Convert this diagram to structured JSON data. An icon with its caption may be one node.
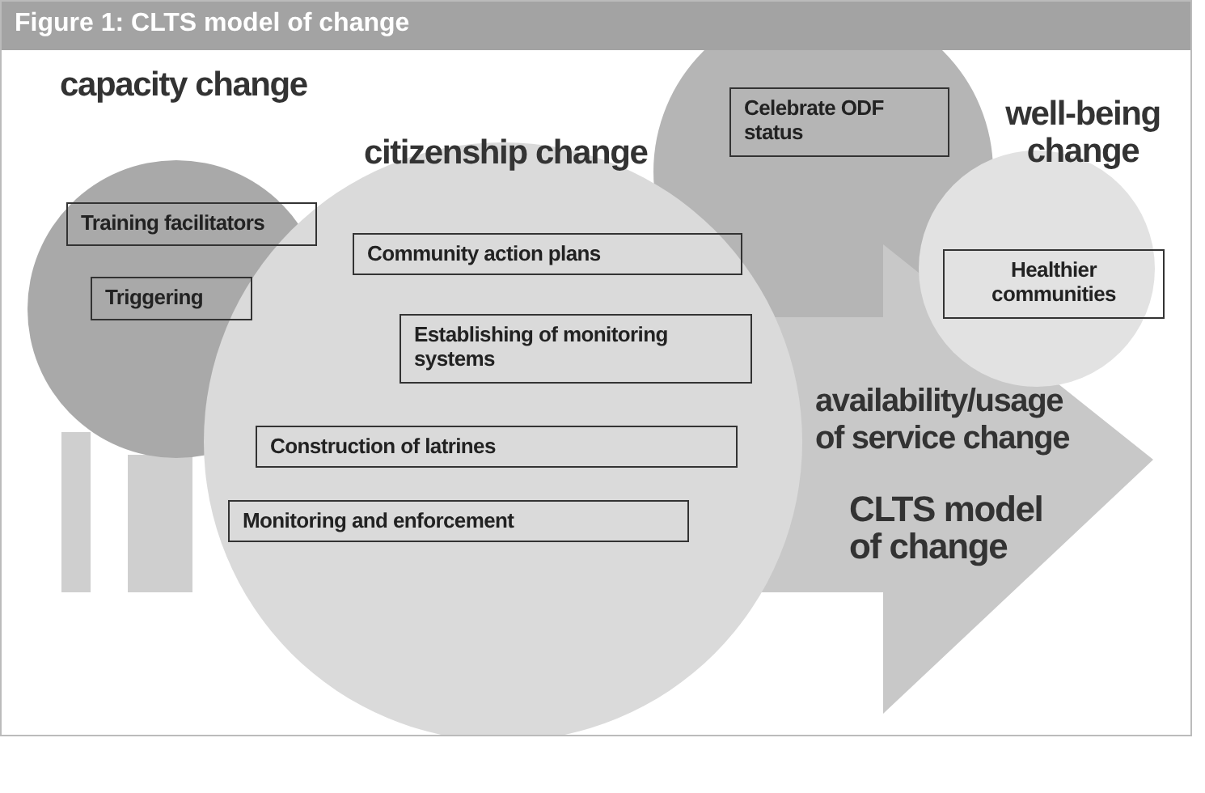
{
  "diagram": {
    "title": "Figure 1: CLTS model of change",
    "nodes": [
      {
        "text": [
          "capacity change"
        ]
      },
      {
        "text": [
          "Training facilitators"
        ],
        "in": 0
      },
      {
        "text": [
          "Triggering"
        ],
        "in": 0
      },
      {
        "text": [
          "citizenship change"
        ]
      },
      {
        "text": [
          "Community action plans"
        ],
        "in": 3
      },
      {
        "text": [
          "Establishing of monitoring systems"
        ]
      },
      {
        "text": [
          "Construction of latrines"
        ]
      },
      {
        "text": [
          "Monitoring and enforcement"
        ]
      },
      {
        "text": [],
        "shape": "circle"
      },
      {
        "text": [
          "Celebrate ODF status"
        ],
        "in": 8
      },
      {
        "text": [
          "well-being change"
        ]
      },
      {
        "text": [
          "Healthier communities"
        ],
        "in": 10
      },
      {
        "text": [
          "availability/usage of service change",
          "CLTS model of change"
        ]
      },
      {
        "text": [],
        "shape": "bar"
      },
      {
        "text": [],
        "shape": "bar"
      }
    ],
    "edges": []
  }
}
